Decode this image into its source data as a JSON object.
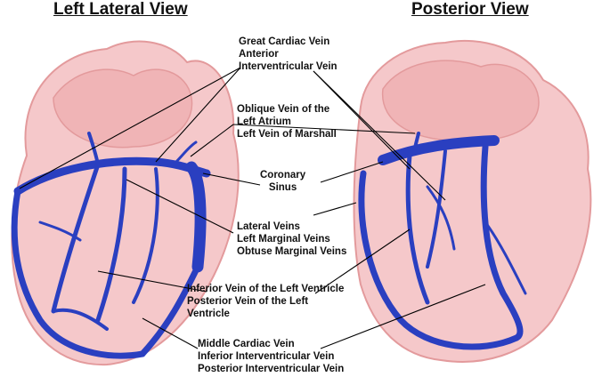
{
  "titles": {
    "left": "Left Lateral View",
    "right": "Posterior View"
  },
  "labels": {
    "great_cardiac": [
      "Great Cardiac Vein",
      "Anterior",
      "Interventricular Vein"
    ],
    "oblique": [
      "Oblique Vein of the",
      "Left Atrium",
      "Left Vein of Marshall"
    ],
    "coronary_sinus": [
      "Coronary",
      "Sinus"
    ],
    "lateral": [
      "Lateral Veins",
      "Left Marginal Veins",
      "Obtuse Marginal Veins"
    ],
    "inferior": [
      "Inferior Vein of the Left Ventricle",
      "Posterior Vein of the Left",
      "Ventricle"
    ],
    "middle_cardiac": [
      "Middle Cardiac Vein",
      "Inferior Interventricular Vein",
      "Posterior Interventricular Vein"
    ]
  },
  "colors": {
    "heart_fill": "#f2b6b8",
    "heart_edge": "#e39a9c",
    "vein": "#2a3fc0",
    "vein_dark": "#1a2a8a",
    "leader": "#000000"
  }
}
